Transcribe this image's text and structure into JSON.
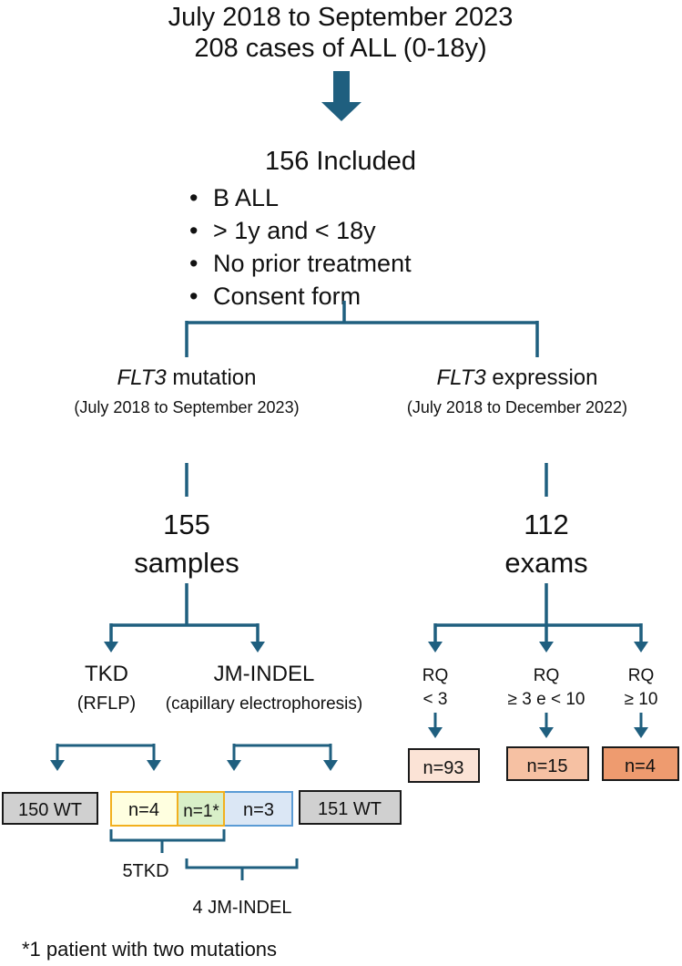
{
  "header": {
    "line1": "July 2018 to September 2023",
    "line2": "208 cases of  ALL (0-18y)"
  },
  "included": {
    "title": "156 Included",
    "bullet_char": "•",
    "criteria": [
      "B ALL",
      "> 1y and < 18y",
      "No prior treatment",
      "Consent form"
    ]
  },
  "left_branch": {
    "title_italic": "FLT3",
    "title_rest": " mutation",
    "period": "(July 2018 to September 2023)",
    "count": "155",
    "unit": "samples",
    "tkd": {
      "label": "TKD",
      "method": "(RFLP)"
    },
    "jm": {
      "label": "JM-INDEL",
      "method": "(capillary electrophoresis)"
    },
    "boxes": {
      "wt_tkd": "150 WT",
      "tkd_pos": "n=4",
      "both": "n=1*",
      "jm_pos": "n=3",
      "wt_jm": "151 WT"
    },
    "summary_tkd": "5TKD",
    "summary_jm": "4 JM-INDEL"
  },
  "right_branch": {
    "title_italic": "FLT3",
    "title_rest": " expression",
    "period": "(July 2018 to December 2022)",
    "count": "112",
    "unit": "exams",
    "groups": [
      {
        "rq": "RQ",
        "range": "< 3",
        "n": "n=93",
        "color": "#fbe3d6"
      },
      {
        "rq": "RQ",
        "range": "≥ 3 e < 10",
        "n": "n=15",
        "color": "#f6c1a3"
      },
      {
        "rq": "RQ",
        "range": "≥ 10",
        "n": "n=4",
        "color": "#ee9b6f"
      }
    ]
  },
  "footnote": "*1 patient with two mutations",
  "colors": {
    "connector": "#1f5f7f",
    "wt_box": "#d0d0d0",
    "tkd_box": "#ffffe0",
    "tkd_border": "#f2b01e",
    "both_box": "#d8efc8",
    "jm_box": "#dbe7f5",
    "jm_border": "#5a9bd5"
  }
}
